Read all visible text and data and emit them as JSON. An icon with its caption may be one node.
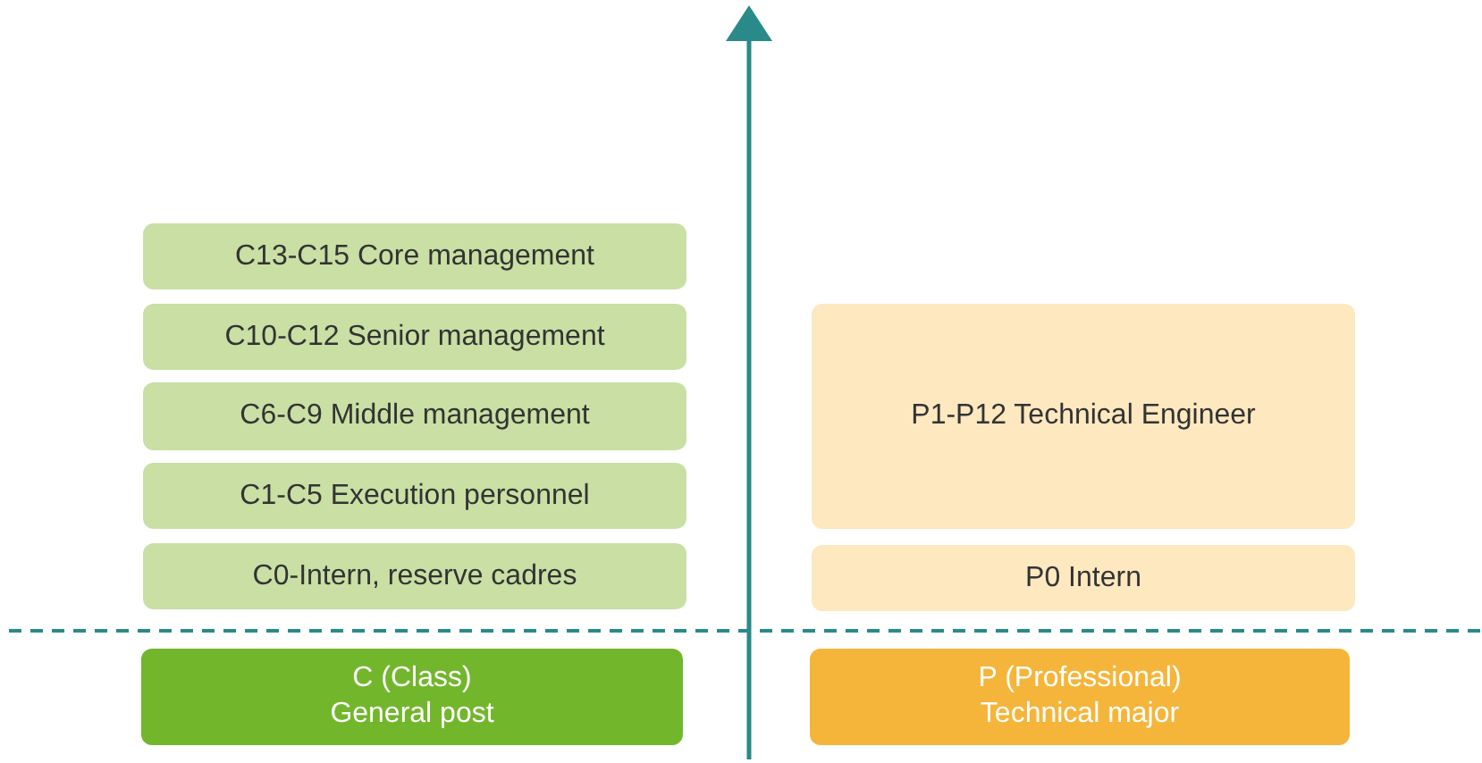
{
  "diagram": {
    "nodes": [
      {
        "text": [
          "C13-C15 Core management"
        ]
      },
      {
        "text": [
          "C10-C12 Senior management"
        ]
      },
      {
        "text": [
          "C6-C9 Middle management"
        ]
      },
      {
        "text": [
          "C1-C5 Execution personnel"
        ]
      },
      {
        "text": [
          "C0-Intern, reserve cadres"
        ]
      },
      {
        "text": [
          "P1-P12 Technical Engineer"
        ]
      },
      {
        "text": [
          "P0 Intern"
        ]
      },
      {
        "text": [
          "C (Class)",
          "General post"
        ]
      },
      {
        "text": [
          "P (Professional)",
          "Technical major"
        ]
      }
    ]
  }
}
